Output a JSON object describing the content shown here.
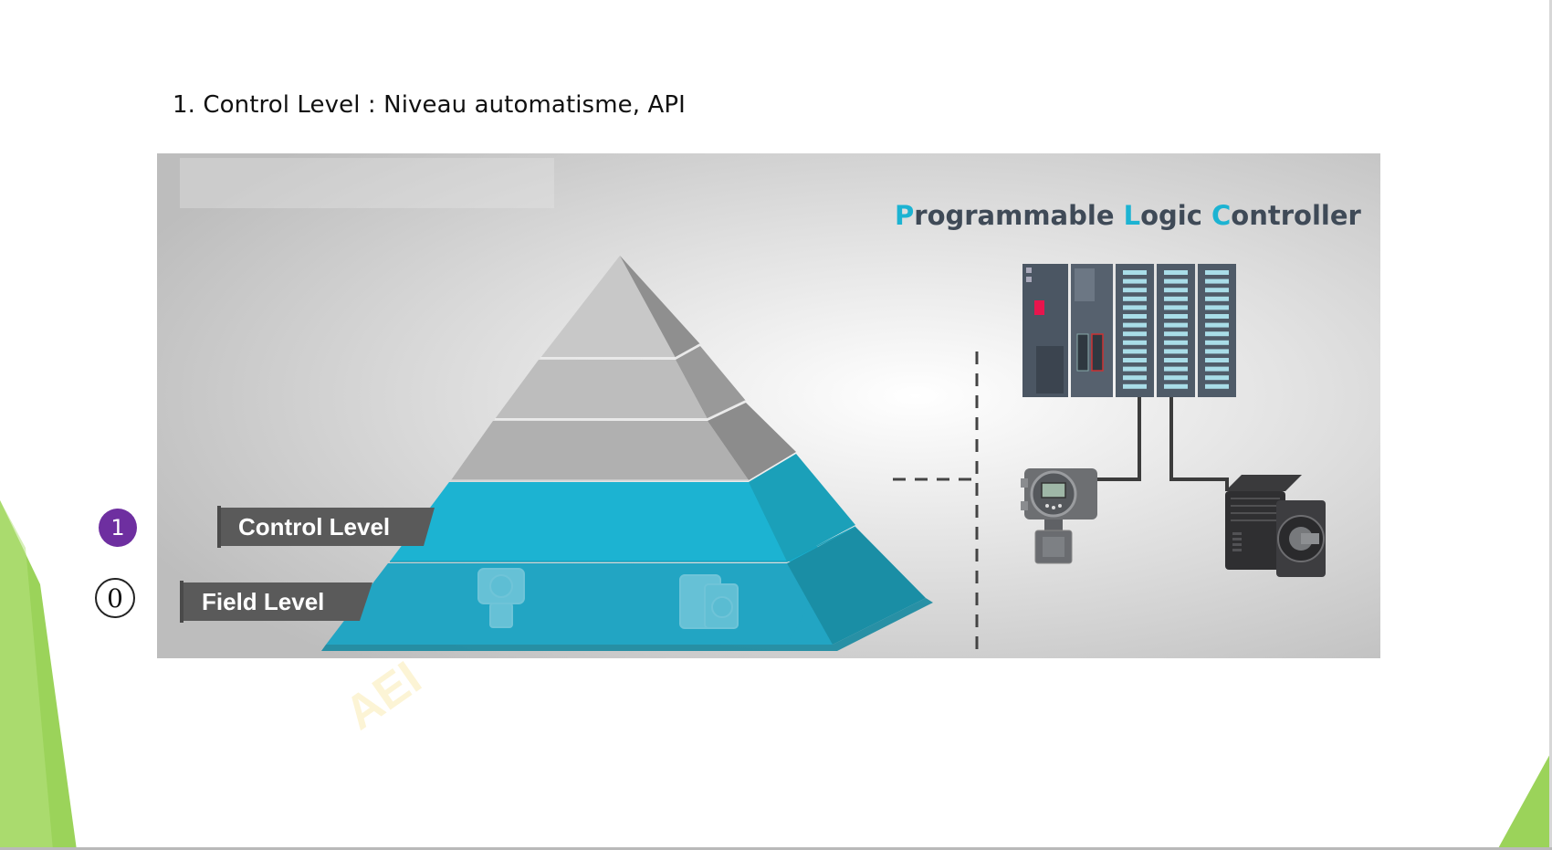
{
  "slide": {
    "title": "1. Control Level : Niveau automatisme, API"
  },
  "badges": {
    "level1": "1",
    "level0": "0"
  },
  "figure": {
    "heading_parts": [
      {
        "letter": "P",
        "rest": "rogrammable "
      },
      {
        "letter": "L",
        "rest": "ogic "
      },
      {
        "letter": "C",
        "rest": "ontroller"
      }
    ],
    "control_level_label": "Control Level",
    "field_level_label": "Field Level",
    "watermark": "AEI"
  },
  "colors": {
    "accent_cyan": "#1cb3d2",
    "accent_cyan_dark": "#1b93a9",
    "badge_purple": "#6e2fa0",
    "deco_green": "#9bd35a",
    "label_gray": "#5a5a5a",
    "heading_text": "#3f4a57"
  }
}
